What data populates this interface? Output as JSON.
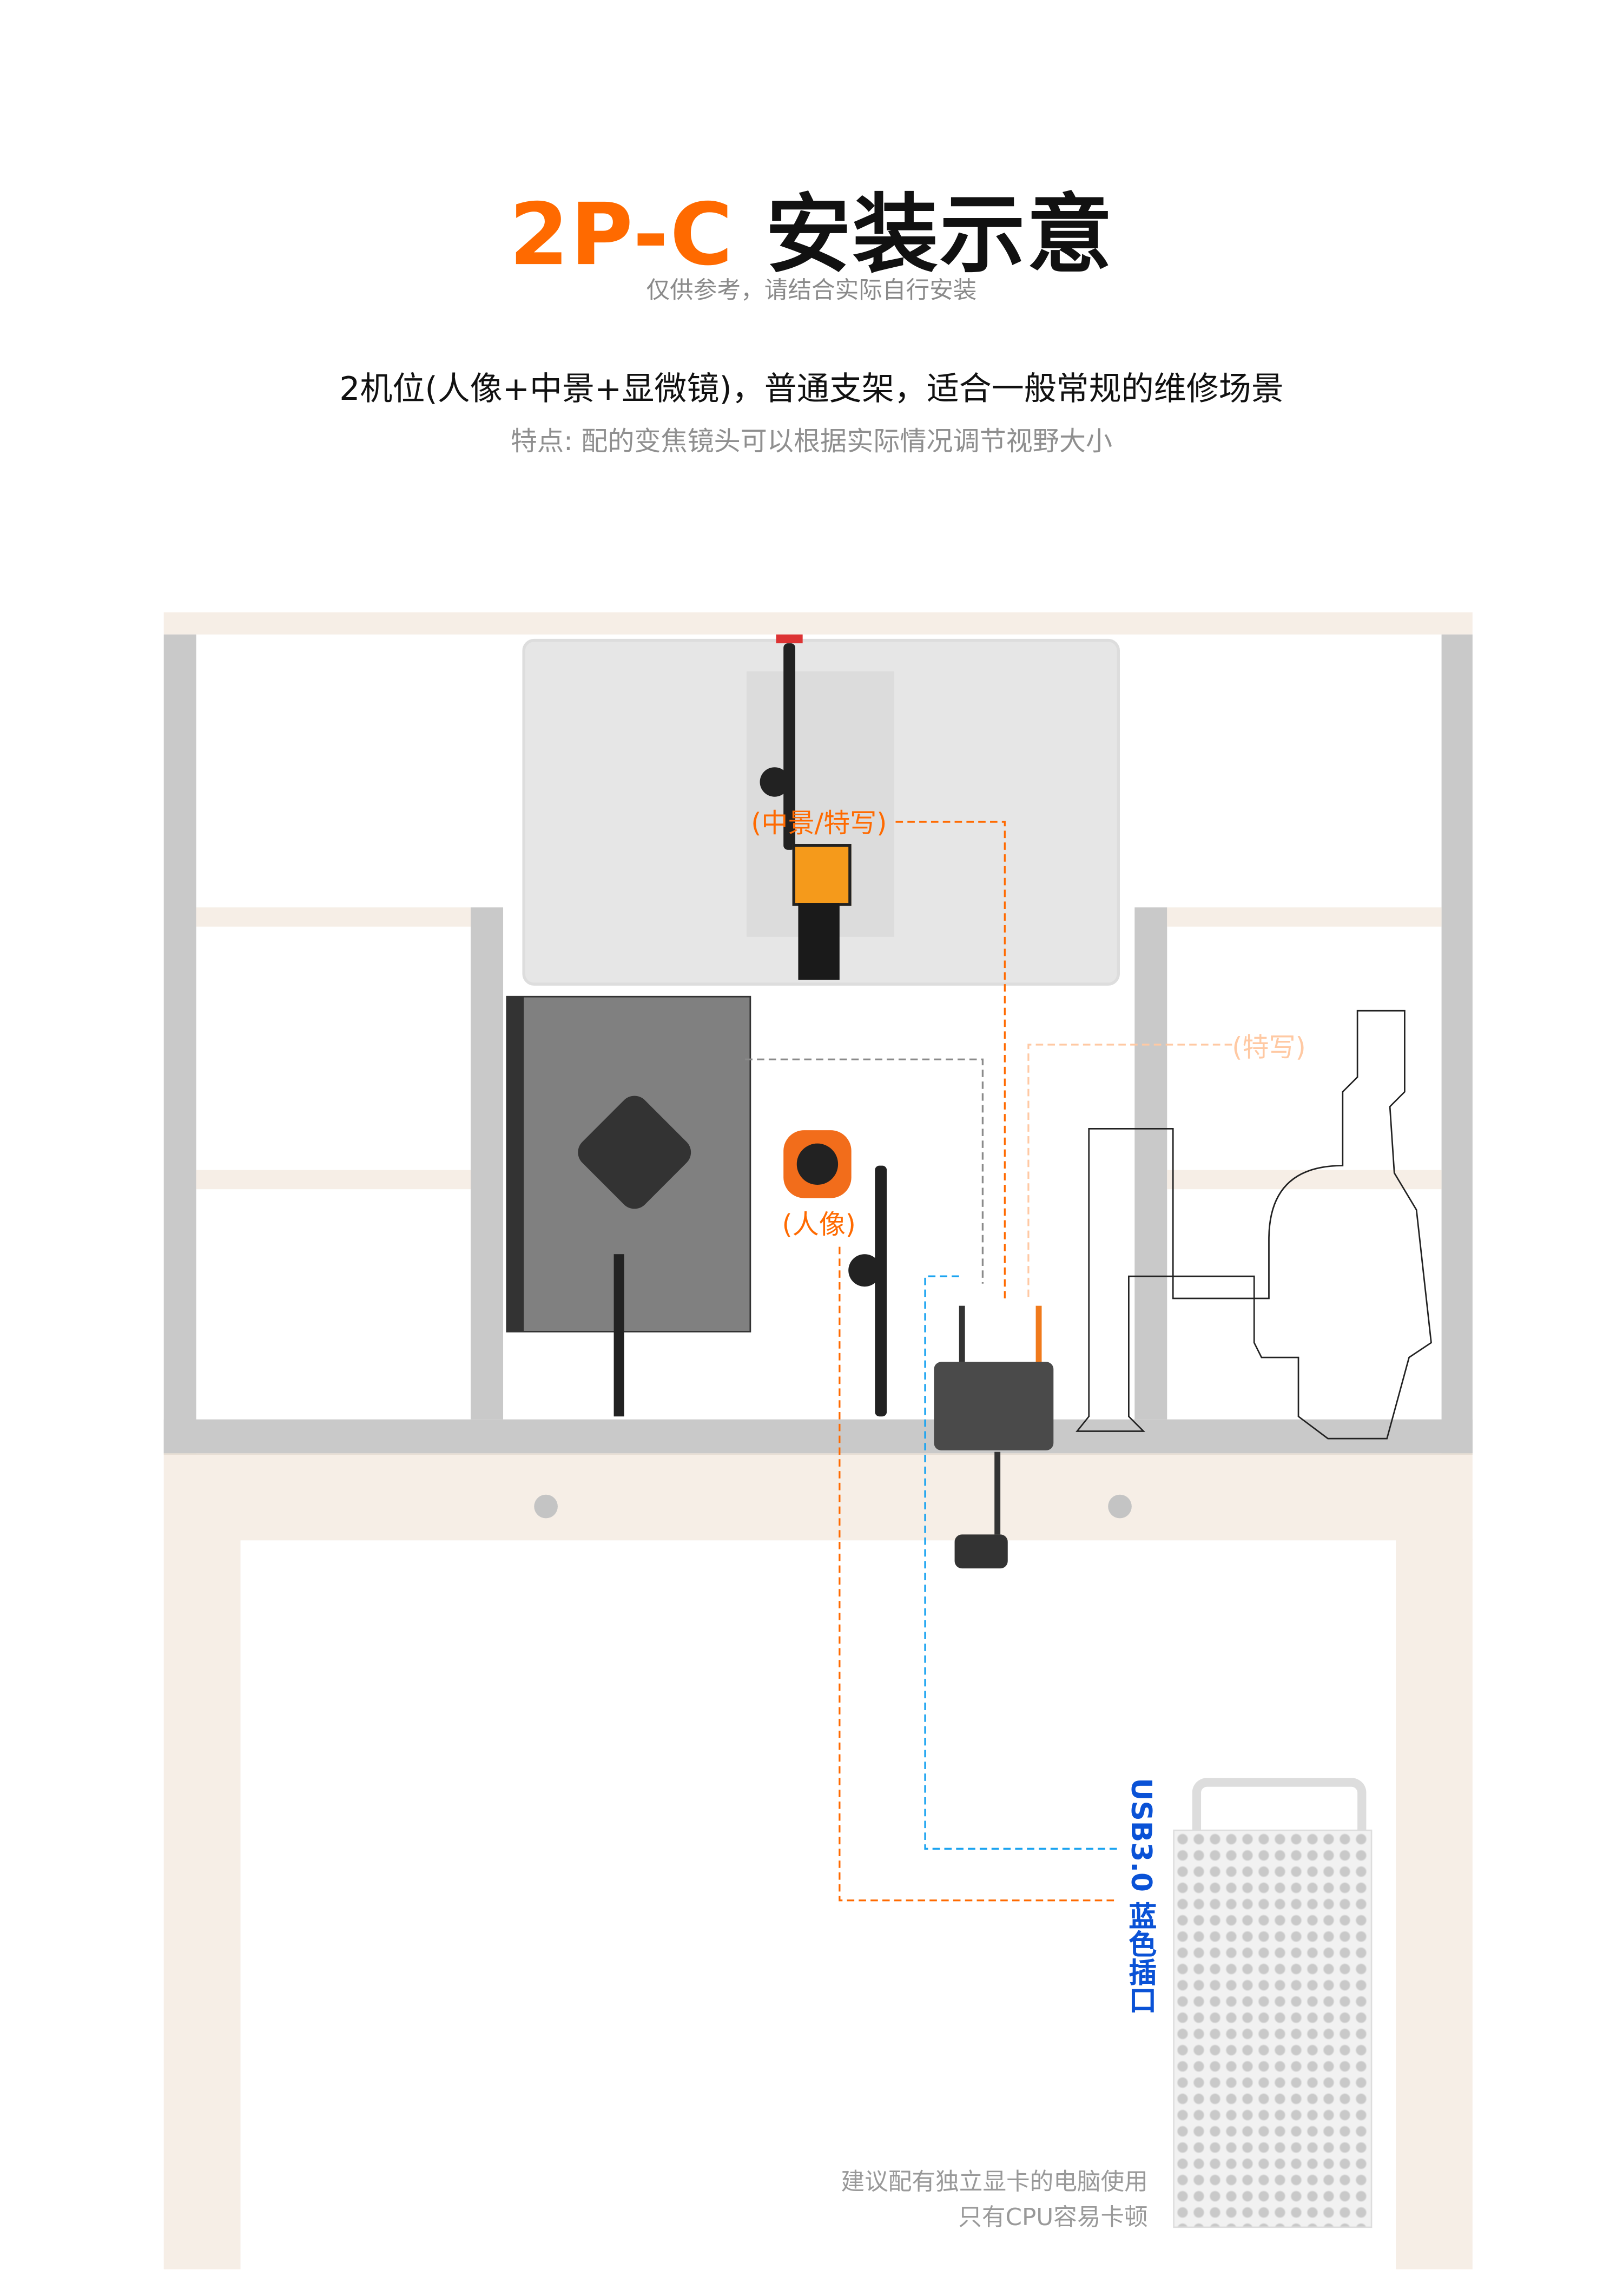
{
  "header": {
    "title_model": "2P-C",
    "title_text": "安装示意",
    "subtitle": "仅供参考，请结合实际自行安装"
  },
  "description": {
    "main": "2机位(人像+中景+显微镜)，普通支架，适合一般常规的维修场景",
    "feature": "特点: 配的变焦镜头可以根据实际情况调节视野大小"
  },
  "labels": {
    "mid_closeup": "(中景/特写)",
    "portrait": "(人像)",
    "closeup": "(特写)",
    "usb": "USB3.0 蓝色插口"
  },
  "note": {
    "line1": "建议配有独立显卡的电脑使用",
    "line2": "只有CPU容易卡顿"
  },
  "colors": {
    "accent": "#ff6a00",
    "usb_blue": "#0a52d6",
    "dash_blue": "#1aa3f0",
    "dash_gray": "#8a8a8a",
    "dash_light_orange": "#ffc9a3"
  }
}
